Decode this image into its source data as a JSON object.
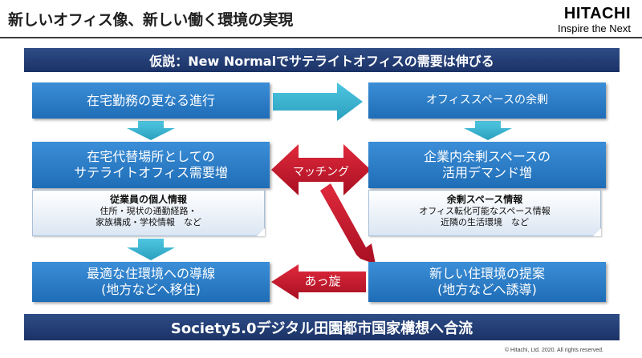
{
  "header": {
    "title": "新しいオフィス像、新しい働く環境の実現",
    "logo_name": "HITACHI",
    "logo_tagline": "Inspire the Next"
  },
  "banner_top": "仮説：New Normalでサテライトオフィスの需要は伸びる",
  "boxes": {
    "remote_work": [
      "在宅勤務の更なる進行"
    ],
    "office_surplus": [
      "オフィススペースの余剰"
    ],
    "satellite_demand": [
      "在宅代替場所としての",
      "サテライトオフィス需要増"
    ],
    "space_demand": [
      "企業内余剰スペースの",
      "活用デマンド増"
    ],
    "optimal_route": [
      "最適な住環境への導線",
      "(地方などへ移住)"
    ],
    "new_proposal": [
      "新しい住環境の提案",
      "(地方などへ誘導)"
    ]
  },
  "notes": {
    "employee": {
      "heading": "従業員の個人情報",
      "lines": [
        "住所・現状の通勤経路・",
        "家族構成・学校情報　など"
      ]
    },
    "surplus": {
      "heading": "余剰スペース情報",
      "lines": [
        "オフィス転化可能なスペース情報",
        "近隣の生活環境　など"
      ]
    }
  },
  "arrows": {
    "matching": "マッチング",
    "mediation": "あっ旋"
  },
  "banner_bottom": "Society5.0デジタル田園都市国家構想へ合流",
  "footer": "© Hitachi, Ltd. 2020. All rights reserved.",
  "colors": {
    "navy_banner": "#1b3266",
    "box_blue": "#2a7cc7",
    "arrow_cyan": "#35b3cf",
    "arrow_red": "#c8102e"
  }
}
